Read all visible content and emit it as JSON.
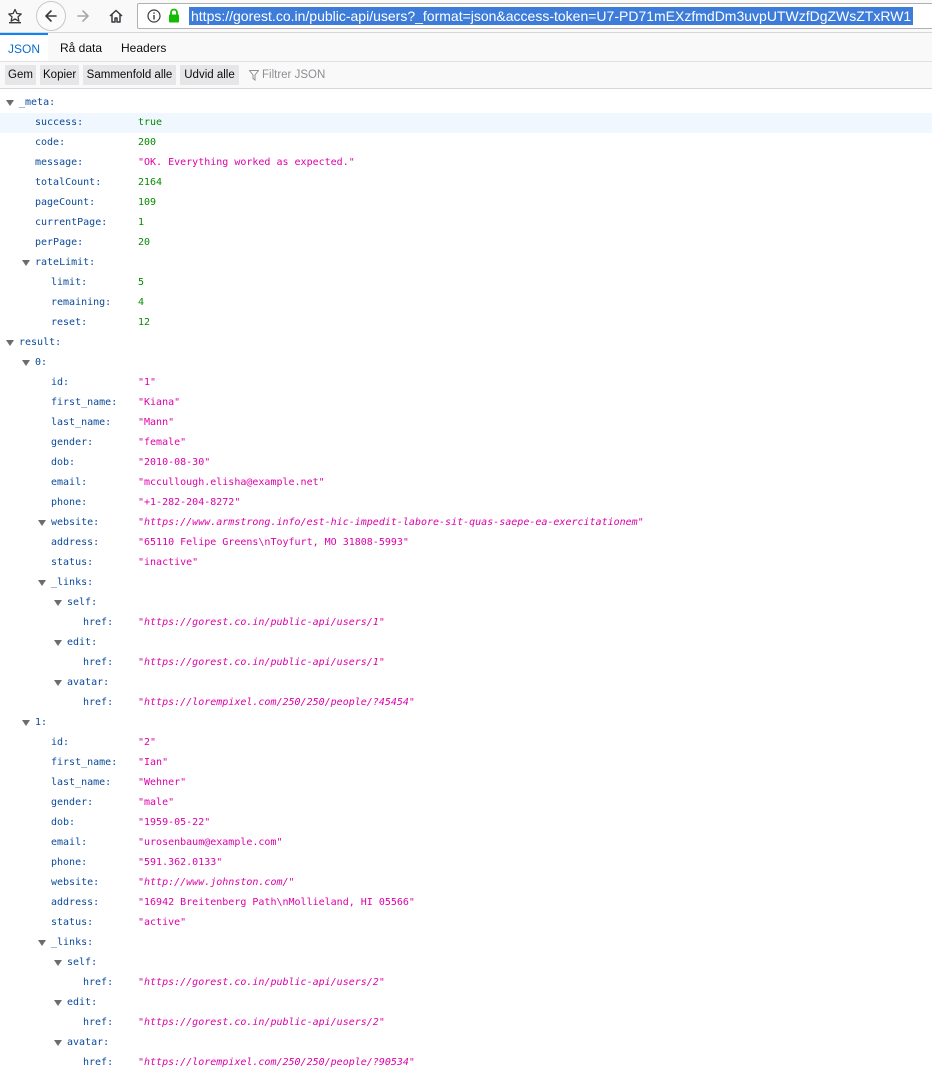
{
  "browser": {
    "url": "https://gorest.co.in/public-api/users?_format=json&access-token=U7-PD71mEXzfmdDm3uvpUTWzfDgZWsZTxRW1"
  },
  "tabs": [
    "JSON",
    "Rå data",
    "Headers"
  ],
  "toolbar": {
    "save": "Gem",
    "copy": "Kopier",
    "collapse_all": "Sammenfold alle",
    "expand_all": "Udvid alle",
    "filter_placeholder": "Filtrer JSON"
  },
  "tree": [
    {
      "key": "_meta:",
      "depth": 0,
      "twisty": true
    },
    {
      "key": "success:",
      "depth": 1,
      "value": "true",
      "kind": "bool",
      "highlight": true
    },
    {
      "key": "code:",
      "depth": 1,
      "value": "200",
      "kind": "num"
    },
    {
      "key": "message:",
      "depth": 1,
      "value": "\"OK. Everything worked as expected.\"",
      "kind": "str"
    },
    {
      "key": "totalCount:",
      "depth": 1,
      "value": "2164",
      "kind": "num"
    },
    {
      "key": "pageCount:",
      "depth": 1,
      "value": "109",
      "kind": "num"
    },
    {
      "key": "currentPage:",
      "depth": 1,
      "value": "1",
      "kind": "num"
    },
    {
      "key": "perPage:",
      "depth": 1,
      "value": "20",
      "kind": "num"
    },
    {
      "key": "rateLimit:",
      "depth": 1,
      "twisty": true
    },
    {
      "key": "limit:",
      "depth": 2,
      "value": "5",
      "kind": "num"
    },
    {
      "key": "remaining:",
      "depth": 2,
      "value": "4",
      "kind": "num"
    },
    {
      "key": "reset:",
      "depth": 2,
      "value": "12",
      "kind": "num"
    },
    {
      "key": "result:",
      "depth": 0,
      "twisty": true
    },
    {
      "key": "0:",
      "depth": 1,
      "twisty": true
    },
    {
      "key": "id:",
      "depth": 2,
      "value": "\"1\"",
      "kind": "str"
    },
    {
      "key": "first_name:",
      "depth": 2,
      "value": "\"Kiana\"",
      "kind": "str"
    },
    {
      "key": "last_name:",
      "depth": 2,
      "value": "\"Mann\"",
      "kind": "str"
    },
    {
      "key": "gender:",
      "depth": 2,
      "value": "\"female\"",
      "kind": "str"
    },
    {
      "key": "dob:",
      "depth": 2,
      "value": "\"2010-08-30\"",
      "kind": "str"
    },
    {
      "key": "email:",
      "depth": 2,
      "value": "\"mccullough.elisha@example.net\"",
      "kind": "str"
    },
    {
      "key": "phone:",
      "depth": 2,
      "value": "\"+1-282-204-8272\"",
      "kind": "str"
    },
    {
      "key": "website:",
      "depth": 2,
      "twisty": true,
      "value": "\"https://www.armstrong.info/est-hic-impedit-labore-sit-quas-saepe-ea-exercitationem\"",
      "kind": "url"
    },
    {
      "key": "address:",
      "depth": 2,
      "value": "\"65110 Felipe Greens\\nToyfurt, MO 31808-5993\"",
      "kind": "str"
    },
    {
      "key": "status:",
      "depth": 2,
      "value": "\"inactive\"",
      "kind": "str"
    },
    {
      "key": "_links:",
      "depth": 2,
      "twisty": true
    },
    {
      "key": "self:",
      "depth": 3,
      "twisty": true
    },
    {
      "key": "href:",
      "depth": 4,
      "value": "\"https://gorest.co.in/public-api/users/1\"",
      "kind": "url"
    },
    {
      "key": "edit:",
      "depth": 3,
      "twisty": true
    },
    {
      "key": "href:",
      "depth": 4,
      "value": "\"https://gorest.co.in/public-api/users/1\"",
      "kind": "url"
    },
    {
      "key": "avatar:",
      "depth": 3,
      "twisty": true
    },
    {
      "key": "href:",
      "depth": 4,
      "value": "\"https://lorempixel.com/250/250/people/?45454\"",
      "kind": "url"
    },
    {
      "key": "1:",
      "depth": 1,
      "twisty": true
    },
    {
      "key": "id:",
      "depth": 2,
      "value": "\"2\"",
      "kind": "str"
    },
    {
      "key": "first_name:",
      "depth": 2,
      "value": "\"Ian\"",
      "kind": "str"
    },
    {
      "key": "last_name:",
      "depth": 2,
      "value": "\"Wehner\"",
      "kind": "str"
    },
    {
      "key": "gender:",
      "depth": 2,
      "value": "\"male\"",
      "kind": "str"
    },
    {
      "key": "dob:",
      "depth": 2,
      "value": "\"1959-05-22\"",
      "kind": "str"
    },
    {
      "key": "email:",
      "depth": 2,
      "value": "\"urosenbaum@example.com\"",
      "kind": "str"
    },
    {
      "key": "phone:",
      "depth": 2,
      "value": "\"591.362.0133\"",
      "kind": "str"
    },
    {
      "key": "website:",
      "depth": 2,
      "value": "\"http://www.johnston.com/\"",
      "kind": "url"
    },
    {
      "key": "address:",
      "depth": 2,
      "value": "\"16942 Breitenberg Path\\nMollieland, HI 05566\"",
      "kind": "str"
    },
    {
      "key": "status:",
      "depth": 2,
      "value": "\"active\"",
      "kind": "str"
    },
    {
      "key": "_links:",
      "depth": 2,
      "twisty": true
    },
    {
      "key": "self:",
      "depth": 3,
      "twisty": true
    },
    {
      "key": "href:",
      "depth": 4,
      "value": "\"https://gorest.co.in/public-api/users/2\"",
      "kind": "url"
    },
    {
      "key": "edit:",
      "depth": 3,
      "twisty": true
    },
    {
      "key": "href:",
      "depth": 4,
      "value": "\"https://gorest.co.in/public-api/users/2\"",
      "kind": "url"
    },
    {
      "key": "avatar:",
      "depth": 3,
      "twisty": true
    },
    {
      "key": "href:",
      "depth": 4,
      "value": "\"https://lorempixel.com/250/250/people/?90534\"",
      "kind": "url"
    }
  ]
}
